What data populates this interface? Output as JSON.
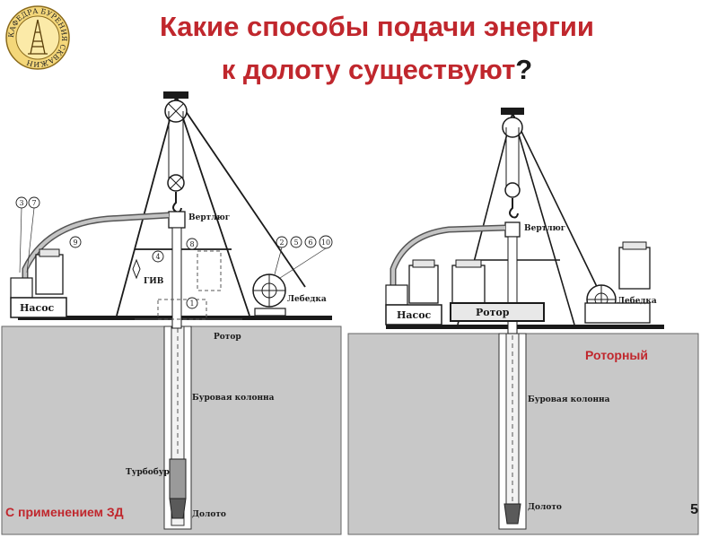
{
  "slide": {
    "title_line1": "Какие способы подачи энергии",
    "title_line2_text": "к долоту существуют",
    "title_line2_mark": "?",
    "page_number": "5",
    "accent_color": "#c0272d"
  },
  "logo": {
    "icon": "drilling-rig-emblem-icon",
    "ring_text": "КАФЕДРА БУРЕНИЯ СКВАЖИН"
  },
  "left_diagram": {
    "caption": "С применением ЗД",
    "labels": {
      "swivel": "Вертлюг",
      "winch": "Лебедка",
      "pump": "Насос",
      "giv": "ГИВ",
      "rotor": "Ротор",
      "drill_string": "Буровая колонна",
      "turbodrill": "Турбобур",
      "bit": "Долото"
    },
    "callouts": {
      "c3": "3",
      "c7": "7",
      "c9": "9",
      "c4": "4",
      "c8": "8",
      "c1": "1",
      "c2": "2",
      "c5": "5",
      "c6": "6",
      "c10": "10"
    }
  },
  "right_diagram": {
    "caption": "Роторный",
    "labels": {
      "swivel": "Вертлюг",
      "winch": "Лебедка",
      "pump": "Насос",
      "rotor": "Ротор",
      "drill_string": "Буровая колонна",
      "bit": "Долото"
    }
  }
}
